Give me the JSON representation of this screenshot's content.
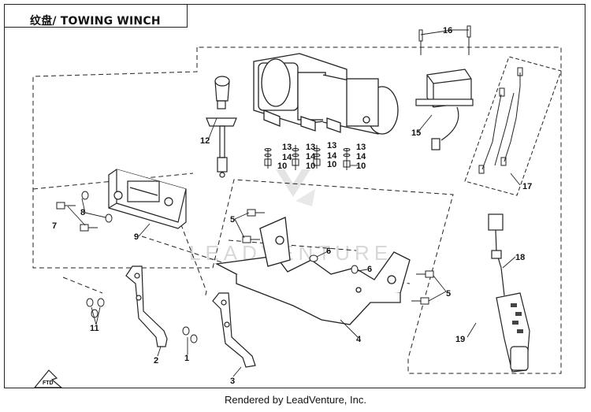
{
  "header": {
    "title": "纹盘/ TOWING WINCH"
  },
  "footer": {
    "credit": "Rendered by LeadVenture, Inc."
  },
  "watermark": {
    "text": "LEADVENTURE"
  },
  "parts": {
    "p1": "1",
    "p2": "2",
    "p3": "3",
    "p4": "4",
    "p5a": "5",
    "p5b": "5",
    "p6a": "6",
    "p6b": "6",
    "p7": "7",
    "p8": "8",
    "p9": "9",
    "p10a": "10",
    "p10b": "10",
    "p10c": "10",
    "p10d": "10",
    "p11": "11",
    "p12": "12",
    "p13a": "13",
    "p13b": "13",
    "p13c": "13",
    "p13d": "13",
    "p14a": "14",
    "p14b": "14",
    "p14c": "14",
    "p14d": "14",
    "p15": "15",
    "p16": "16",
    "p17": "17",
    "p18": "18",
    "p19": "19"
  },
  "colors": {
    "line": "#222222",
    "watermark": "#d8d8d8"
  }
}
